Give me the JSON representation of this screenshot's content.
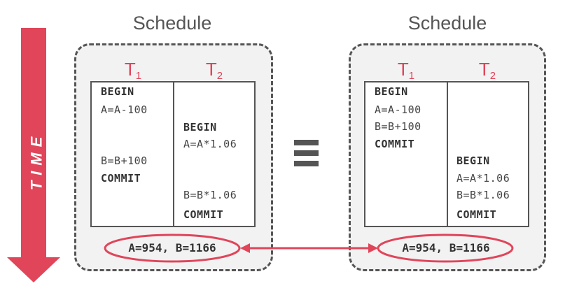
{
  "time_label": "TIME",
  "equivalence_symbol": "≡",
  "schedules": [
    {
      "title": "Schedule",
      "transactions": [
        {
          "name": "T",
          "subscript": "1",
          "operations": [
            "BEGIN",
            "A=A-100",
            "B=B+100",
            "COMMIT"
          ]
        },
        {
          "name": "T",
          "subscript": "2",
          "operations": [
            "BEGIN",
            "A=A*1.06",
            "B=B*1.06",
            "COMMIT"
          ]
        }
      ],
      "result": "A=954, B=1166"
    },
    {
      "title": "Schedule",
      "transactions": [
        {
          "name": "T",
          "subscript": "1",
          "operations": [
            "BEGIN",
            "A=A-100",
            "B=B+100",
            "COMMIT"
          ]
        },
        {
          "name": "T",
          "subscript": "2",
          "operations": [
            "BEGIN",
            "A=A*1.06",
            "B=B*1.06",
            "COMMIT"
          ]
        }
      ],
      "result": "A=954, B=1166"
    }
  ],
  "colors": {
    "accent": "#e0455a",
    "border": "#555555",
    "panel_background": "#f2f2f2"
  }
}
